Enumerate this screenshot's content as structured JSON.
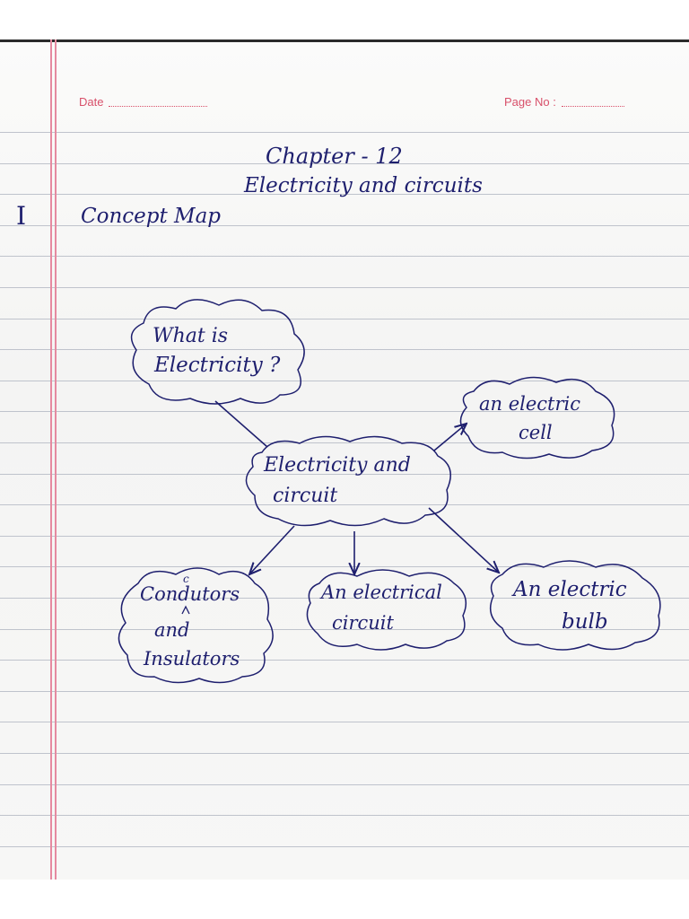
{
  "header": {
    "date_label": "Date",
    "page_label": "Page No :"
  },
  "chapter": {
    "number": "Chapter - 12",
    "title": "Electricity and circuits"
  },
  "section": {
    "roman": "I",
    "heading": "Concept Map"
  },
  "concept_map": {
    "center": {
      "line1": "Electricity and",
      "line2": "circuit"
    },
    "nodes": {
      "what_is": {
        "line1": "What is",
        "line2": "Electricity ?"
      },
      "cell": {
        "line1": "an electric",
        "line2": "cell"
      },
      "conductors": {
        "line1": "Condutors",
        "insert_mark": "c",
        "line2": "and",
        "line3": "Insulators"
      },
      "electrical_circuit": {
        "line1": "An electrical",
        "line2": "circuit"
      },
      "bulb": {
        "line1": "An electric",
        "line2": "bulb"
      }
    }
  },
  "colors": {
    "ink": "#1e1f6e",
    "margin_line": "#e58aa0",
    "ruled_line": "#bfc3cc",
    "header_print": "#d8506a"
  }
}
